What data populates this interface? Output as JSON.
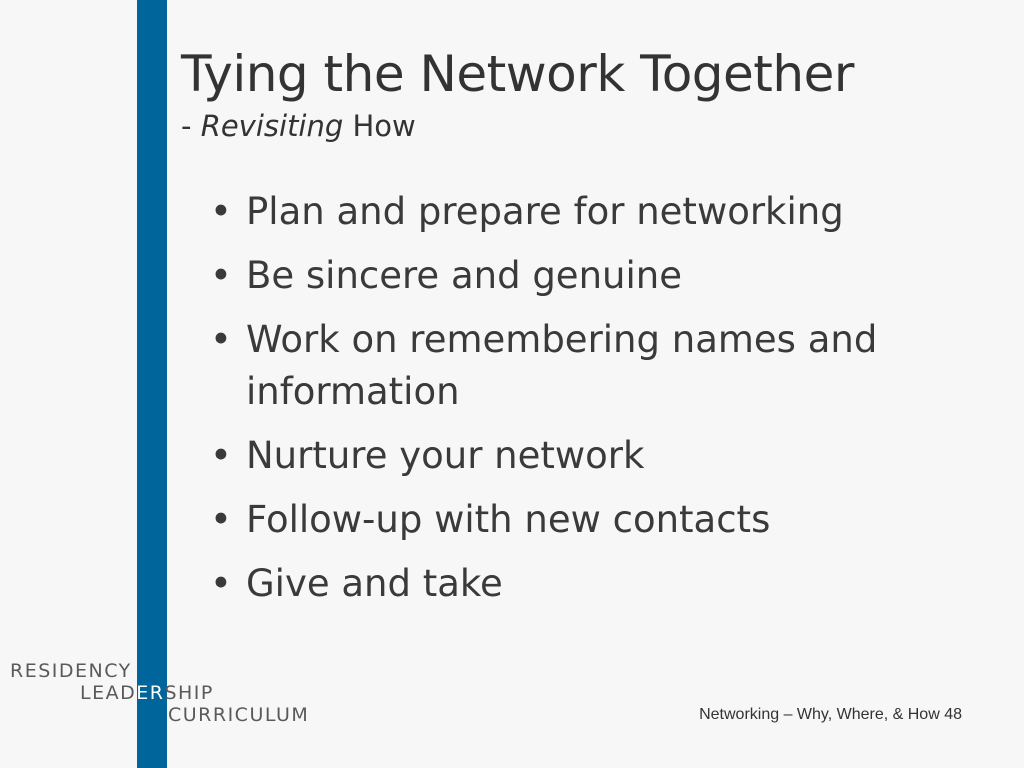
{
  "slide": {
    "title": "Tying the Network Together",
    "subtitle_prefix": "- ",
    "subtitle_italic": "Revisiting",
    "subtitle_suffix": " How",
    "bullets": [
      "Plan and prepare for networking",
      "Be sincere and genuine",
      "Work on remembering names and information",
      "Nurture your network",
      "Follow-up with new contacts",
      "Give and take"
    ],
    "bullet_glyph": "•"
  },
  "logo": {
    "line1": "RESIDENCY",
    "line2_a": "LEAD",
    "line2_b": "ER",
    "line2_c": "SHIP",
    "line3": "CURRICULUM"
  },
  "footer": {
    "text": "Networking – Why, Where, & How 48"
  },
  "colors": {
    "accent_bar": "#00659b",
    "background": "#f7f7f7",
    "text": "#333333"
  }
}
